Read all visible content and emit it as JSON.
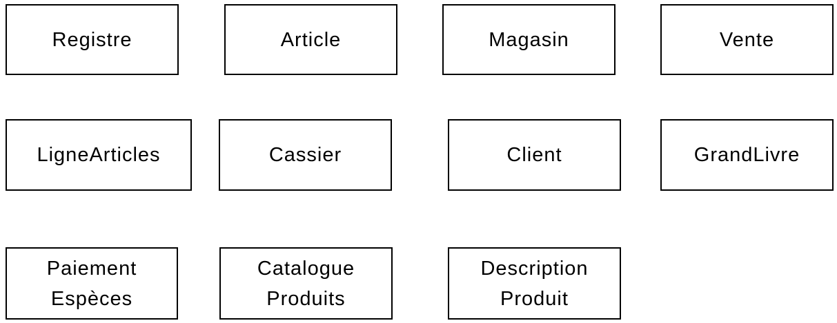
{
  "diagram": {
    "boxes": [
      {
        "id": "registre",
        "lines": [
          "Registre"
        ]
      },
      {
        "id": "article",
        "lines": [
          "Article"
        ]
      },
      {
        "id": "magasin",
        "lines": [
          "Magasin"
        ]
      },
      {
        "id": "vente",
        "lines": [
          "Vente"
        ]
      },
      {
        "id": "ligne-articles",
        "lines": [
          "LigneArticles"
        ]
      },
      {
        "id": "cassier",
        "lines": [
          "Cassier"
        ]
      },
      {
        "id": "client",
        "lines": [
          "Client"
        ]
      },
      {
        "id": "grand-livre",
        "lines": [
          "GrandLivre"
        ]
      },
      {
        "id": "paiement-especes",
        "lines": [
          "Paiement",
          "Espèces"
        ]
      },
      {
        "id": "catalogue-produits",
        "lines": [
          "Catalogue",
          "Produits"
        ]
      },
      {
        "id": "description-produit",
        "lines": [
          "Description",
          "Produit"
        ]
      }
    ]
  }
}
